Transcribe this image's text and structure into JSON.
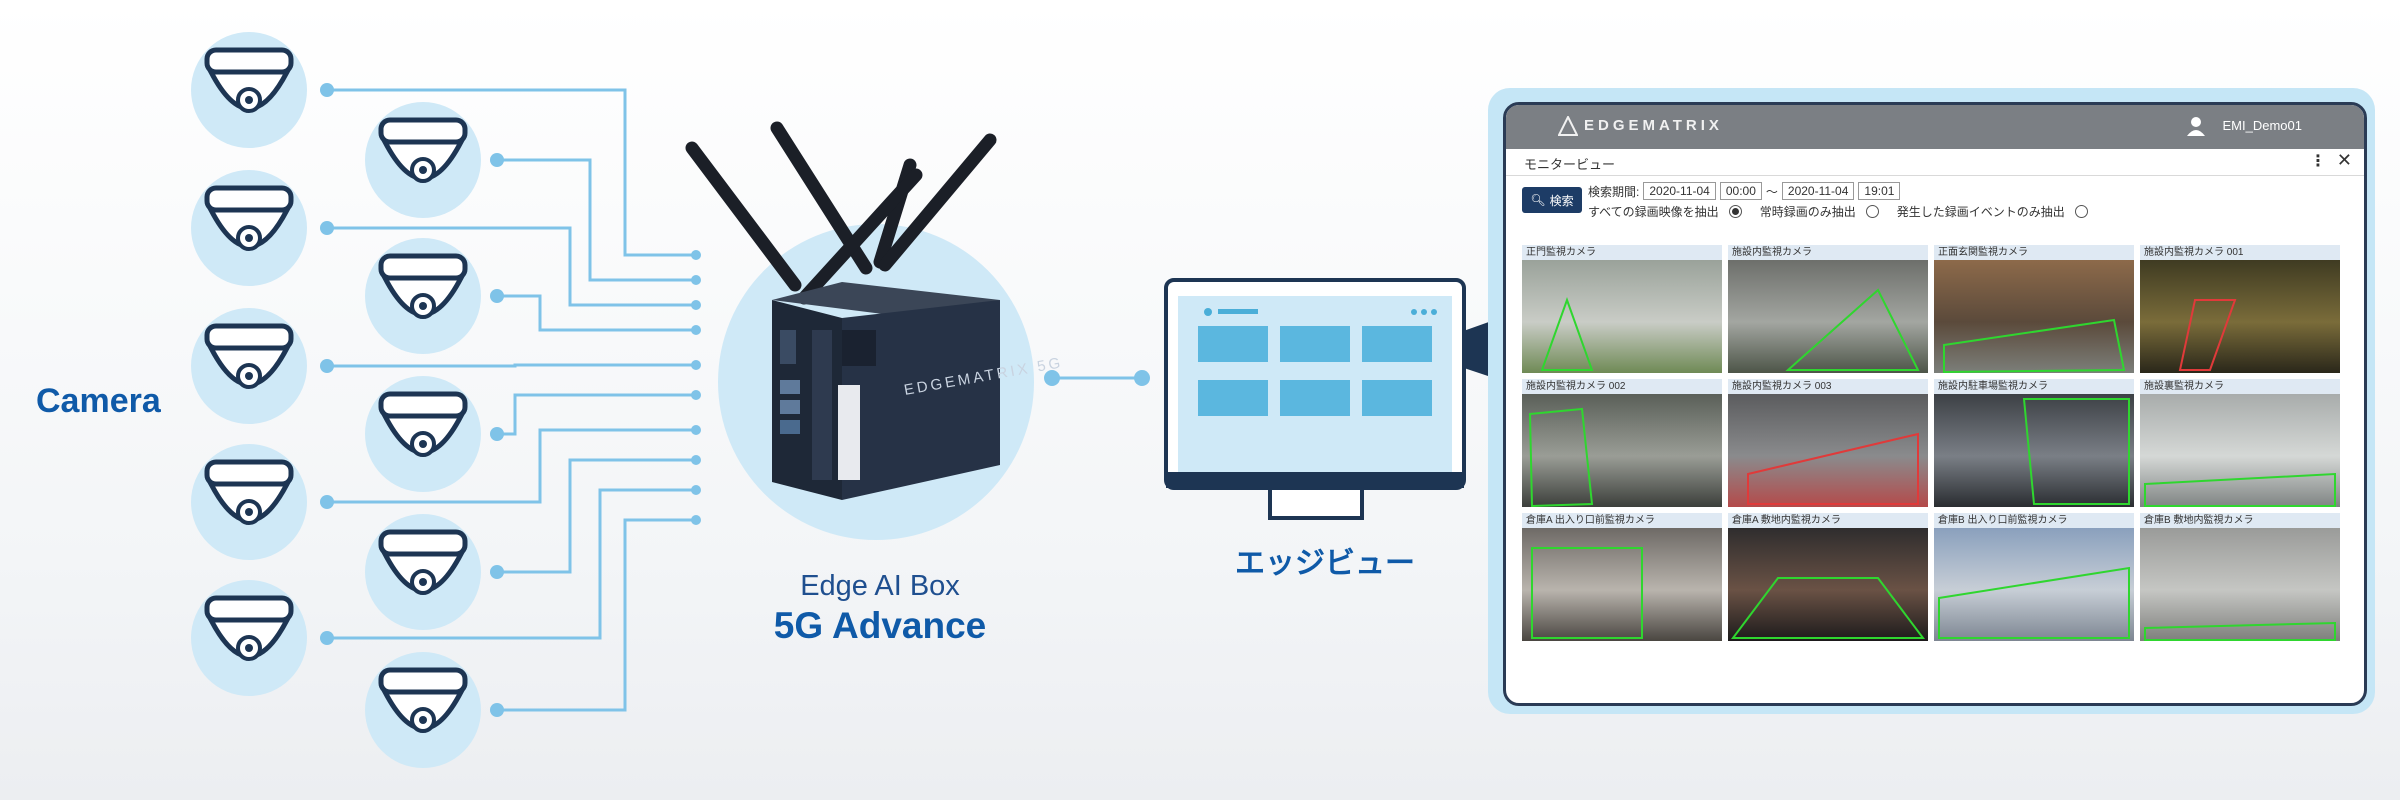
{
  "labels": {
    "camera": "Camera",
    "device_line1": "Edge AI Box",
    "device_line2": "5G Advance",
    "edge_view": "エッジビュー",
    "device_brand": "EDGEMATRIX 5G"
  },
  "app": {
    "brand": "EDGEMATRIX",
    "user": "EMI_Demo01",
    "title": "モニタービュー",
    "search_button": "検索",
    "period_label": "検索期間:",
    "date_from": "2020-11-04",
    "time_from": "00:00",
    "range_sep": "〜",
    "date_to": "2020-11-04",
    "time_to": "19:01",
    "filters": [
      {
        "label": "すべての録画映像を抽出",
        "selected": true
      },
      {
        "label": "常時録画のみ抽出",
        "selected": false
      },
      {
        "label": "発生した録画イベントのみ抽出",
        "selected": false
      }
    ]
  },
  "cameras": [
    {
      "name": "正門監視カメラ"
    },
    {
      "name": "施設内監視カメラ"
    },
    {
      "name": "正面玄関監視カメラ"
    },
    {
      "name": "施設内監視カメラ 001"
    },
    {
      "name": "施設内監視カメラ 002"
    },
    {
      "name": "施設内監視カメラ 003"
    },
    {
      "name": "施設内駐車場監視カメラ"
    },
    {
      "name": "施設裏監視カメラ"
    },
    {
      "name": "倉庫A 出入り口前監視カメラ"
    },
    {
      "name": "倉庫A 敷地内監視カメラ"
    },
    {
      "name": "倉庫B 出入り口前監視カメラ"
    },
    {
      "name": "倉庫B 敷地内監視カメラ"
    }
  ],
  "colors": {
    "accent_blue": "#0f5aa8",
    "line_blue": "#7fc3e8",
    "circle_bg": "#cfe9f7",
    "navy": "#1d3553",
    "detection_green": "#2fd62f"
  }
}
